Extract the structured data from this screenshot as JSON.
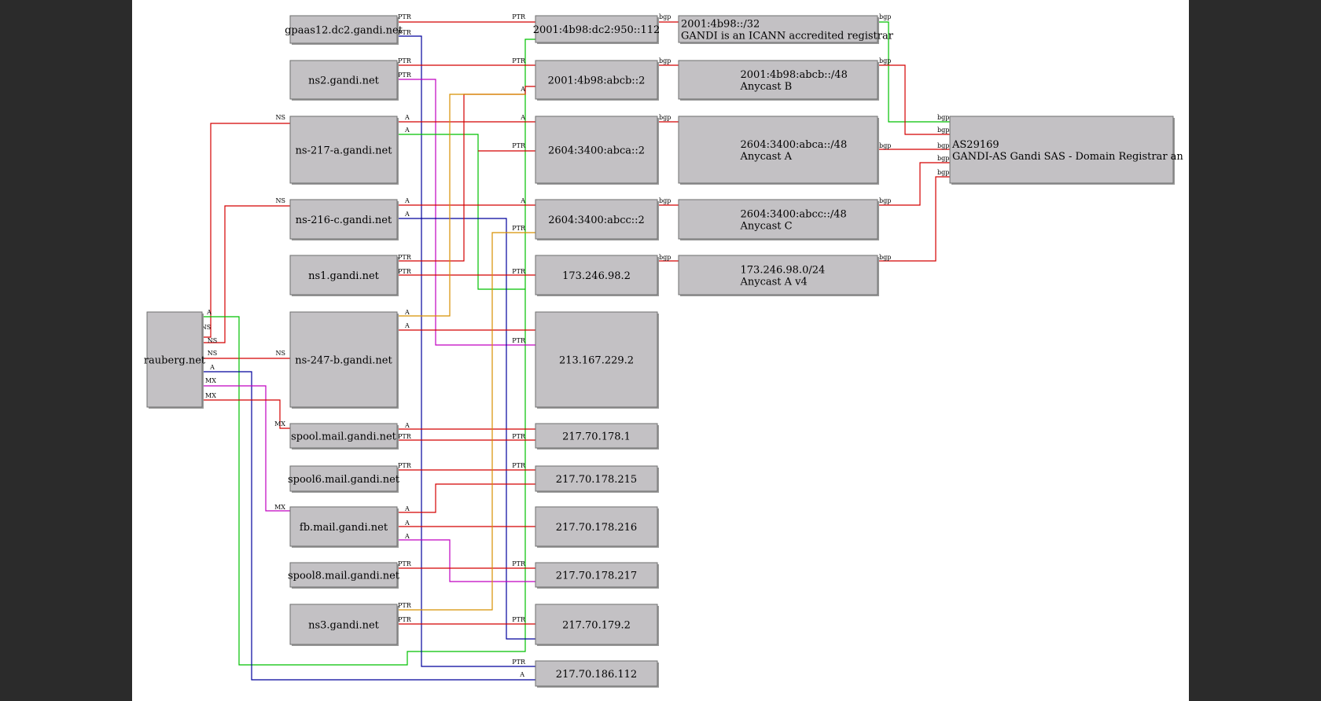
{
  "colors": {
    "red": "#d40000",
    "green": "#00c000",
    "blue": "#00009c",
    "magenta": "#c000c0",
    "orange": "#d89000",
    "node_fill": "#c3c1c4"
  },
  "nodes": {
    "rauberg": [
      "rauberg.net"
    ],
    "gpaas12": [
      "gpaas12.dc2.gandi.net"
    ],
    "ns2": [
      "ns2.gandi.net"
    ],
    "ns217a": [
      "ns-217-a.gandi.net"
    ],
    "ns216c": [
      "ns-216-c.gandi.net"
    ],
    "ns1": [
      "ns1.gandi.net"
    ],
    "ns247b": [
      "ns-247-b.gandi.net"
    ],
    "spool": [
      "spool.mail.gandi.net"
    ],
    "spool6": [
      "spool6.mail.gandi.net"
    ],
    "fb": [
      "fb.mail.gandi.net"
    ],
    "spool8": [
      "spool8.mail.gandi.net"
    ],
    "ns3": [
      "ns3.gandi.net"
    ],
    "ip_2001_950": [
      "2001:4b98:dc2:950::112"
    ],
    "ip_2001_abcb": [
      "2001:4b98:abcb::2"
    ],
    "ip_2604_abca": [
      "2604:3400:abca::2"
    ],
    "ip_2604_abcc": [
      "2604:3400:abcc::2"
    ],
    "ip_173": [
      "173.246.98.2"
    ],
    "ip_213": [
      "213.167.229.2"
    ],
    "ip_178_1": [
      "217.70.178.1"
    ],
    "ip_178_215": [
      "217.70.178.215"
    ],
    "ip_178_216": [
      "217.70.178.216"
    ],
    "ip_178_217": [
      "217.70.178.217"
    ],
    "ip_179_2": [
      "217.70.179.2"
    ],
    "ip_186_112": [
      "217.70.186.112"
    ],
    "pfx_2001_32": [
      "2001:4b98::/32",
      "GANDI is an ICANN accredited registrar"
    ],
    "pfx_abcb": [
      "2001:4b98:abcb::/48",
      "Anycast B"
    ],
    "pfx_abca": [
      "2604:3400:abca::/48",
      "Anycast A"
    ],
    "pfx_abcc": [
      "2604:3400:abcc::/48",
      "Anycast C"
    ],
    "pfx_173": [
      "173.246.98.0/24",
      "Anycast A v4"
    ],
    "as29169": [
      "AS29169",
      "GANDI-AS Gandi SAS - Domain Registrar an"
    ]
  },
  "edge_labels": {
    "ns": "NS",
    "a": "A",
    "mx": "MX",
    "ptr": "PTR",
    "bgp": "bgp"
  },
  "edges": [
    {
      "color": "green",
      "ends": [
        [
          "A",
          "rauberg-out"
        ]
      ]
    },
    {
      "color": "red",
      "ends": [
        [
          "NS",
          "rauberg-out"
        ],
        [
          "NS",
          "ns217a-in"
        ]
      ]
    },
    {
      "color": "red",
      "ends": [
        [
          "NS",
          "rauberg-out"
        ],
        [
          "NS",
          "ns216c-in"
        ]
      ]
    },
    {
      "color": "red",
      "ends": [
        [
          "NS",
          "rauberg-out"
        ],
        [
          "NS",
          "ns247b-in"
        ]
      ]
    },
    {
      "color": "blue",
      "ends": [
        [
          "A",
          "rauberg-out"
        ],
        [
          "A",
          "ip-in"
        ]
      ]
    },
    {
      "color": "magenta",
      "ends": [
        [
          "MX",
          "rauberg-out"
        ],
        [
          "MX",
          "fb-in"
        ]
      ]
    },
    {
      "color": "red",
      "ends": [
        [
          "MX",
          "rauberg-out"
        ],
        [
          "MX",
          "spool-in"
        ]
      ]
    },
    {
      "color": "red",
      "ends": [
        [
          "PTR",
          "out"
        ],
        [
          "PTR",
          "in"
        ]
      ]
    },
    {
      "color": "blue",
      "ends": [
        [
          "PTR",
          "out"
        ],
        [
          "PTR",
          "in"
        ]
      ]
    },
    {
      "color": "green",
      "ends": [
        [
          "A",
          "out"
        ],
        [
          "A",
          "in"
        ]
      ]
    },
    {
      "color": "orange",
      "ends": [
        [
          "PTR",
          "out"
        ],
        [
          "PTR",
          "in"
        ]
      ]
    },
    {
      "color": "magenta",
      "ends": [
        [
          "PTR",
          "out"
        ],
        [
          "PTR",
          "in"
        ]
      ]
    },
    {
      "color": "red",
      "ends": [
        [
          "bgp",
          "out"
        ],
        [
          "bgp",
          "in"
        ]
      ]
    },
    {
      "color": "green",
      "ends": [
        [
          "bgp",
          "out"
        ],
        [
          "bgp",
          "in"
        ]
      ]
    }
  ]
}
